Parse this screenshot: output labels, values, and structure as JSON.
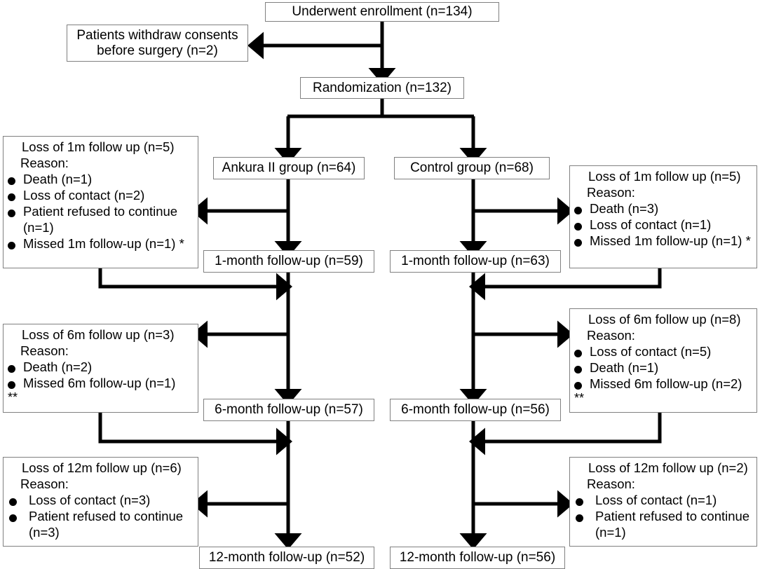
{
  "diagram": {
    "type": "consort-flow-diagram",
    "colors": {
      "box_border": "#808080",
      "text": "#000000",
      "arrow": "#000000",
      "background": "#ffffff"
    },
    "nodes": {
      "enrollment": {
        "label": "Underwent enrollment (n=134)",
        "n": 134
      },
      "withdraw": {
        "line1": "Patients withdraw consents",
        "line2": "before surgery (n=2)",
        "n": 2
      },
      "randomization": {
        "label": "Randomization (n=132)",
        "n": 132
      },
      "ankura_group": {
        "label": "Ankura II group (n=64)",
        "n": 64
      },
      "control_group": {
        "label": "Control group (n=68)",
        "n": 68
      },
      "ankura_1m": {
        "label": "1-month follow-up (n=59)",
        "n": 59
      },
      "control_1m": {
        "label": "1-month follow-up (n=63)",
        "n": 63
      },
      "ankura_6m": {
        "label": "6-month follow-up (n=57)",
        "n": 57
      },
      "control_6m": {
        "label": "6-month follow-up (n=56)",
        "n": 56
      },
      "ankura_12m": {
        "label": "12-month follow-up (n=52)",
        "n": 52
      },
      "control_12m": {
        "label": "12-month follow-up (n=56)",
        "n": 56
      }
    },
    "loss_boxes": {
      "left_1m": {
        "title": "Loss of 1m follow up (n=5)",
        "reason_label": "Reason:",
        "items": [
          {
            "text": "Death (n=1)"
          },
          {
            "text": "Loss of contact (n=2)"
          },
          {
            "text": "Patient refused to continue",
            "cont": "(n=1)"
          },
          {
            "text": "Missed 1m follow-up (n=1) *"
          }
        ]
      },
      "right_1m": {
        "title": "Loss of 1m follow up (n=5)",
        "reason_label": "Reason:",
        "items": [
          {
            "text": "Death (n=3)"
          },
          {
            "text": "Loss of contact (n=1)"
          },
          {
            "text": "Missed 1m follow-up (n=1) *"
          }
        ]
      },
      "left_6m": {
        "title": "Loss of 6m follow up (n=3)",
        "reason_label": "Reason:",
        "items": [
          {
            "text": "Death (n=2)"
          },
          {
            "text": "Missed 6m follow-up (n=1)",
            "stars": "**"
          }
        ]
      },
      "right_6m": {
        "title": "Loss of 6m follow up (n=8)",
        "reason_label": "Reason:",
        "items": [
          {
            "text": "Loss of contact (n=5)"
          },
          {
            "text": "Death (n=1)"
          },
          {
            "text": "Missed 6m follow-up  (n=2)",
            "stars": "**"
          }
        ]
      },
      "left_12m": {
        "title": "Loss of 12m follow up (n=6)",
        "reason_label": "Reason:",
        "items": [
          {
            "text": "Loss of contact (n=3)"
          },
          {
            "text": "Patient refused to continue",
            "cont": "(n=3)"
          }
        ]
      },
      "right_12m": {
        "title": "Loss of 12m follow up (n=2)",
        "reason_label": "Reason:",
        "items": [
          {
            "text": "Loss of contact (n=1)"
          },
          {
            "text": "Patient refused to continue",
            "cont": "(n=1)"
          }
        ]
      }
    }
  }
}
